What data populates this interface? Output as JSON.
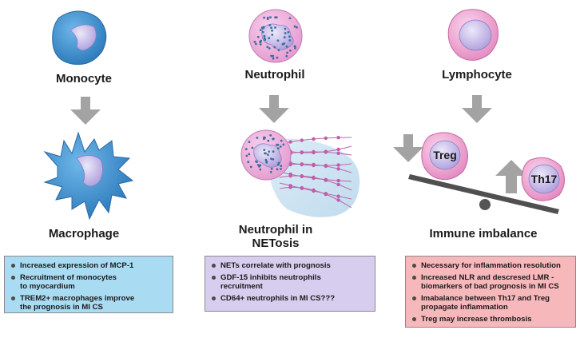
{
  "colors": {
    "monocyte_blue": "#3a8fd0",
    "neutrophil_pink": "#e7a6d3",
    "lymphocyte_pink": "#e797c4",
    "nucleus_lavender": "#b9aee0",
    "arrow_gray": "#a3a3a3",
    "box_blue": "#a9dcf2",
    "box_lavender": "#d7cdee",
    "box_pink": "#f7b8bc"
  },
  "icons": [
    "monocyte-cell-icon",
    "neutrophil-cell-icon",
    "lymphocyte-cell-icon",
    "macrophage-cell-icon",
    "netosis-cell-icon",
    "treg-cell-icon",
    "th17-cell-icon",
    "seesaw-icon",
    "down-arrow-icon",
    "up-arrow-icon"
  ],
  "columns": {
    "monocyte": {
      "top_label": "Monocyte",
      "bottom_label": "Macrophage",
      "bullets": [
        "Increased expression of MCP-1",
        "Recruitment of monocytes\nto myocardium",
        "TREM2+ macrophages improve\nthe prognosis in MI CS"
      ]
    },
    "neutrophil": {
      "top_label": "Neutrophil",
      "bottom_label_line1": "Neutrophil in",
      "bottom_label_line2": "NETosis",
      "bullets": [
        "NETs correlate with prognosis",
        "GDF-15 inhibits neutrophils\nrecruitment",
        "CD64+ neutrophils in MI CS???"
      ]
    },
    "lymphocyte": {
      "top_label": "Lymphocyte",
      "bottom_label": "Immune imbalance",
      "treg_label": "Treg",
      "th17_label": "Th17",
      "bullets": [
        "Necessary for inflammation resolution",
        "Increased NLR and descresed LMR -\nbiomarkers of bad prognosis in MI CS",
        "Imabalance between Th17 and Treg\npropagate inflammation",
        "Treg may increase thrombosis"
      ]
    }
  }
}
